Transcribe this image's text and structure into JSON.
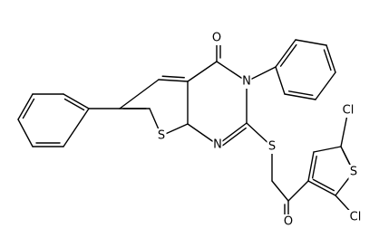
{
  "molecule": {
    "atom_labels": {
      "carbonyl_o": "O",
      "n3": "N",
      "n1": "N",
      "s_ring": "S",
      "s_thioether": "S",
      "o_ketone": "O",
      "s_thienyl": "S",
      "cl_5": "Cl",
      "cl_2": "Cl"
    },
    "colors": {
      "bond": "#000000",
      "label": "#000000",
      "background": "#ffffff"
    }
  }
}
